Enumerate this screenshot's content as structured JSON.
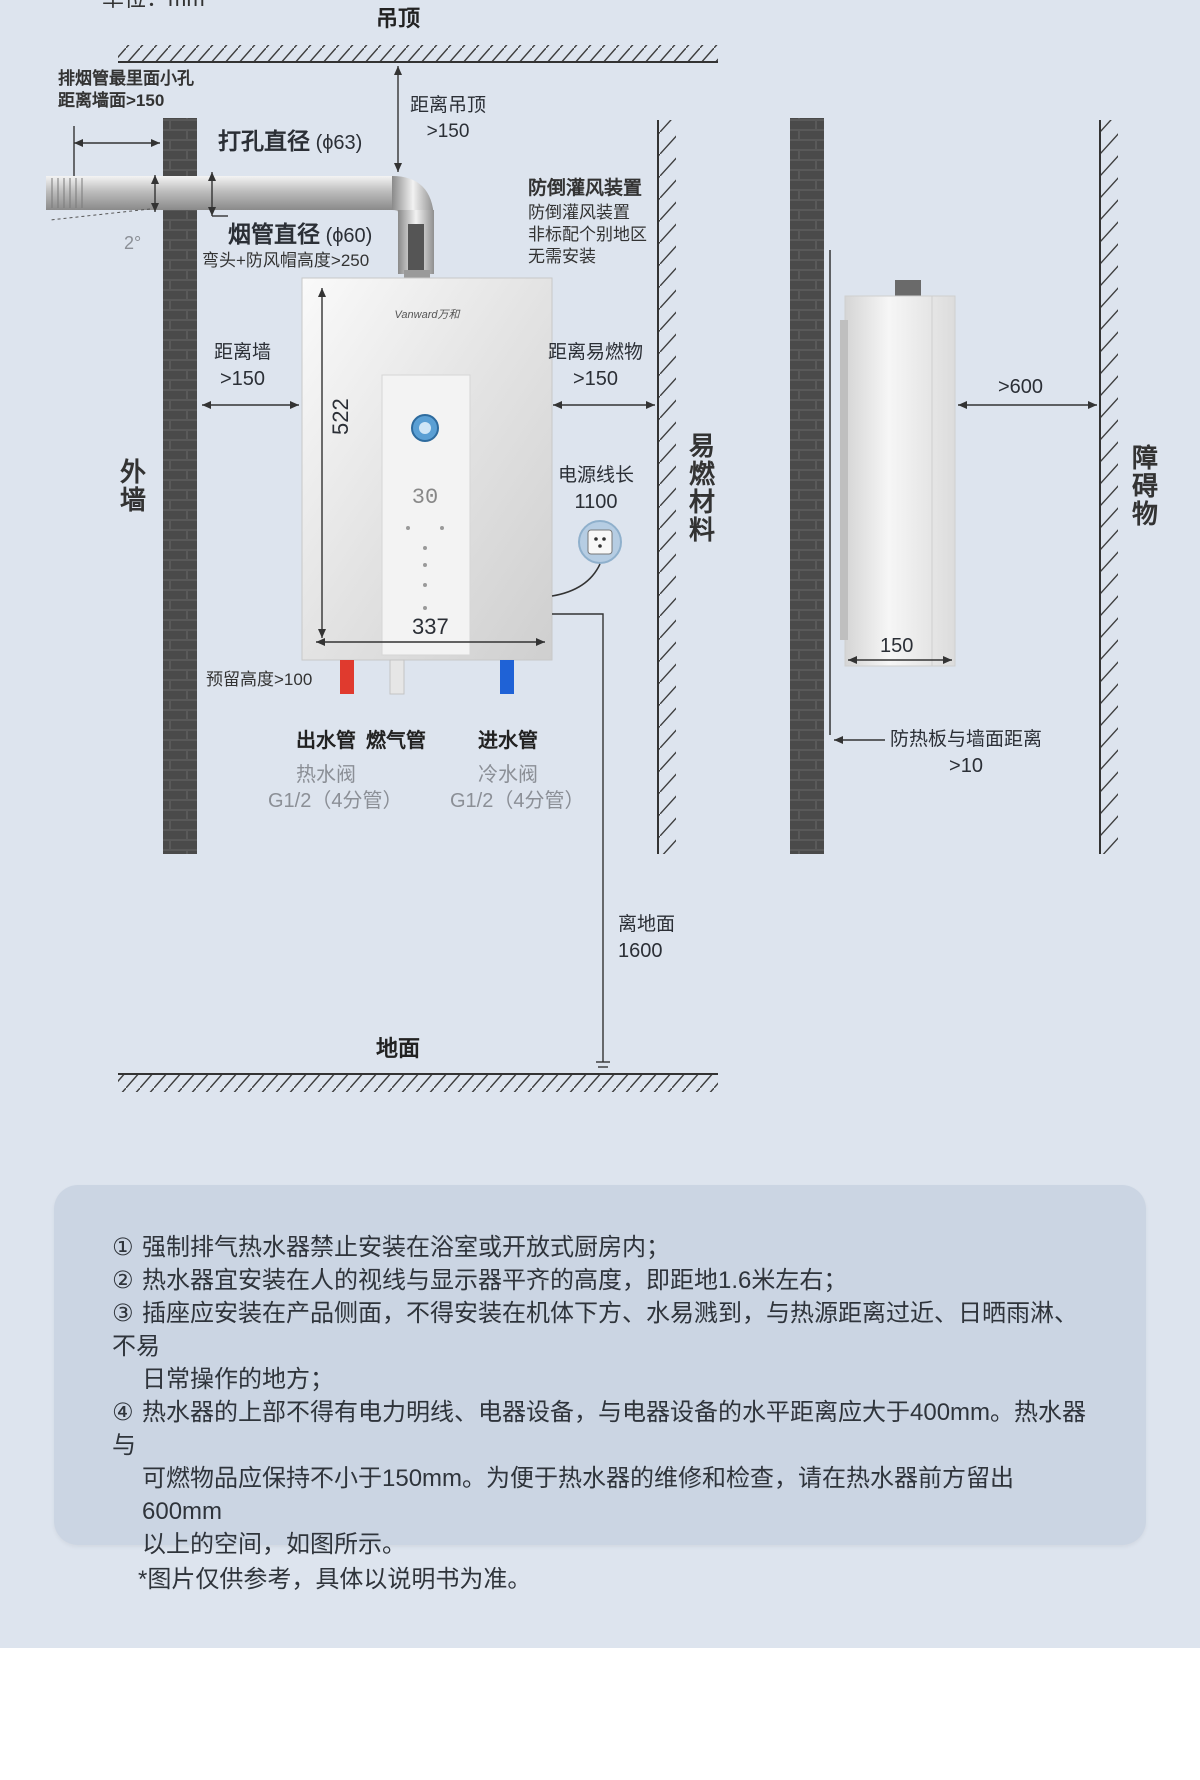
{
  "unit_label": "单位：mm",
  "ceiling": {
    "label": "吊顶",
    "dist_title": "距离吊顶",
    "dist_value": ">150"
  },
  "floor": {
    "label": "地面",
    "dist_title": "离地面",
    "dist_value": "1600"
  },
  "exhaust": {
    "hole_line1": "排烟管最里面小孔",
    "hole_line2": "距离墙面>150",
    "drill": "打孔直径",
    "drill_dia": "(ϕ63)",
    "pipe": "烟管直径",
    "pipe_dia": "(ϕ60)",
    "angle": "2°",
    "elbow": "弯头+防风帽高度>250"
  },
  "backdraft": {
    "title": "防倒灌风装置",
    "line1": "防倒灌风装置",
    "line2": "非标配个别地区",
    "line3": "无需安装"
  },
  "wall_dist": {
    "title": "距离墙",
    "value": ">150"
  },
  "combustible_dist": {
    "title": "距离易燃物",
    "value": ">150"
  },
  "outer_wall": "外墙",
  "combustible": "易燃材料",
  "obstacle": "障碍物",
  "heater": {
    "brand": "Vanward万和",
    "height": "522",
    "width": "337",
    "display": "30"
  },
  "power": {
    "title": "电源线长",
    "value": "1100"
  },
  "reserve": "预留高度>100",
  "pipes": {
    "out": "出水管",
    "gas": "燃气管",
    "in": "进水管",
    "hot_valve": "热水阀",
    "hot_spec": "G1/2（4分管）",
    "cold_valve": "冷水阀",
    "cold_spec": "G1/2（4分管）"
  },
  "side": {
    "front": ">600",
    "depth": "150",
    "plate_title": "防热板与墙面距离",
    "plate_value": ">10"
  },
  "notes": {
    "n1_num": "①",
    "n1": "强制排气热水器禁止安装在浴室或开放式厨房内；",
    "n2_num": "②",
    "n2": "热水器宜安装在人的视线与显示器平齐的高度，即距地1.6米左右；",
    "n3_num": "③",
    "n3a": "插座应安装在产品侧面，不得安装在机体下方、水易溅到，与热源距离过近、日晒雨淋、不易",
    "n3b": "日常操作的地方；",
    "n4_num": "④",
    "n4a": "热水器的上部不得有电力明线、电器设备，与电器设备的水平距离应大于400mm。热水器与",
    "n4b": "可燃物品应保持不小于150mm。为便于热水器的维修和检查，请在热水器前方留出600mm",
    "n4c": "以上的空间，如图所示。",
    "disclaimer": "*图片仅供参考，具体以说明书为准。"
  },
  "colors": {
    "background": "#dde4ee",
    "note_panel": "#cbd5e3",
    "brick": "#545454",
    "hot": "#e03a2e",
    "cold": "#1f62d6"
  }
}
